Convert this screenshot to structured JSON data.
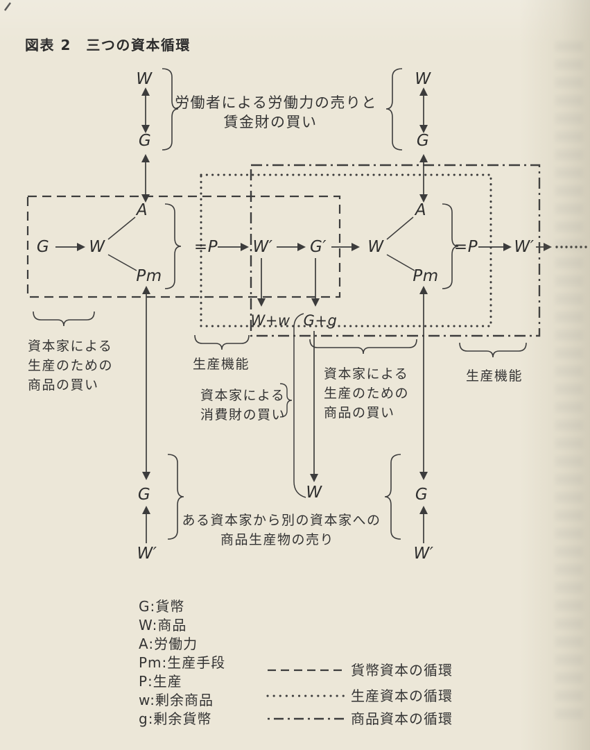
{
  "page": {
    "title": "図表 2　三つの資本循環"
  },
  "nodes": {
    "w_top_left": "W",
    "g_top_left": "G",
    "w_top_right": "W",
    "g_top_right": "G",
    "g_start": "G",
    "w_mid_left": "W",
    "a_left": "A",
    "pm_left": "Pm",
    "p_left": "=P",
    "w_prime_mid": "W′",
    "g_prime": "G′",
    "w_mid_right": "W",
    "a_right": "A",
    "pm_right": "Pm",
    "p_right": "=P",
    "w_prime_right": "W′",
    "w_plus_w": "W+w",
    "g_plus_g": "G+g",
    "w_bottom": "W",
    "g_bottom_left": "G",
    "w_prime_bottom_left": "W′",
    "g_bottom_right": "G",
    "w_prime_bottom_right": "W′"
  },
  "labels": {
    "labor_market_line1": "労働者による労働力の売りと",
    "labor_market_line2": "賃金財の買い",
    "buy_left_line1": "資本家による",
    "buy_left_line2": "生産のための",
    "buy_left_line3": "商品の買い",
    "production_function_left": "生産機能",
    "consumption_line1": "資本家による",
    "consumption_line2": "消費財の買い",
    "buy_center_line1": "資本家による",
    "buy_center_line2": "生産のための",
    "buy_center_line3": "商品の買い",
    "production_function_right": "生産機能",
    "commodity_sale_line1": "ある資本家から別の資本家への",
    "commodity_sale_line2": "商品生産物の売り"
  },
  "legend": {
    "items": [
      "G:貨幣",
      "W:商品",
      "A:労働力",
      "Pm:生産手段",
      "P:生産",
      "w:剰余商品",
      "g:剰余貨幣"
    ],
    "line_styles": [
      {
        "style": "dashed",
        "label": "貨幣資本の循環"
      },
      {
        "style": "dotted",
        "label": "生産資本の循環"
      },
      {
        "style": "dashdot",
        "label": "商品資本の循環"
      }
    ]
  },
  "colors": {
    "ink": "#3c3c3c",
    "paper": "#ece7d8"
  }
}
